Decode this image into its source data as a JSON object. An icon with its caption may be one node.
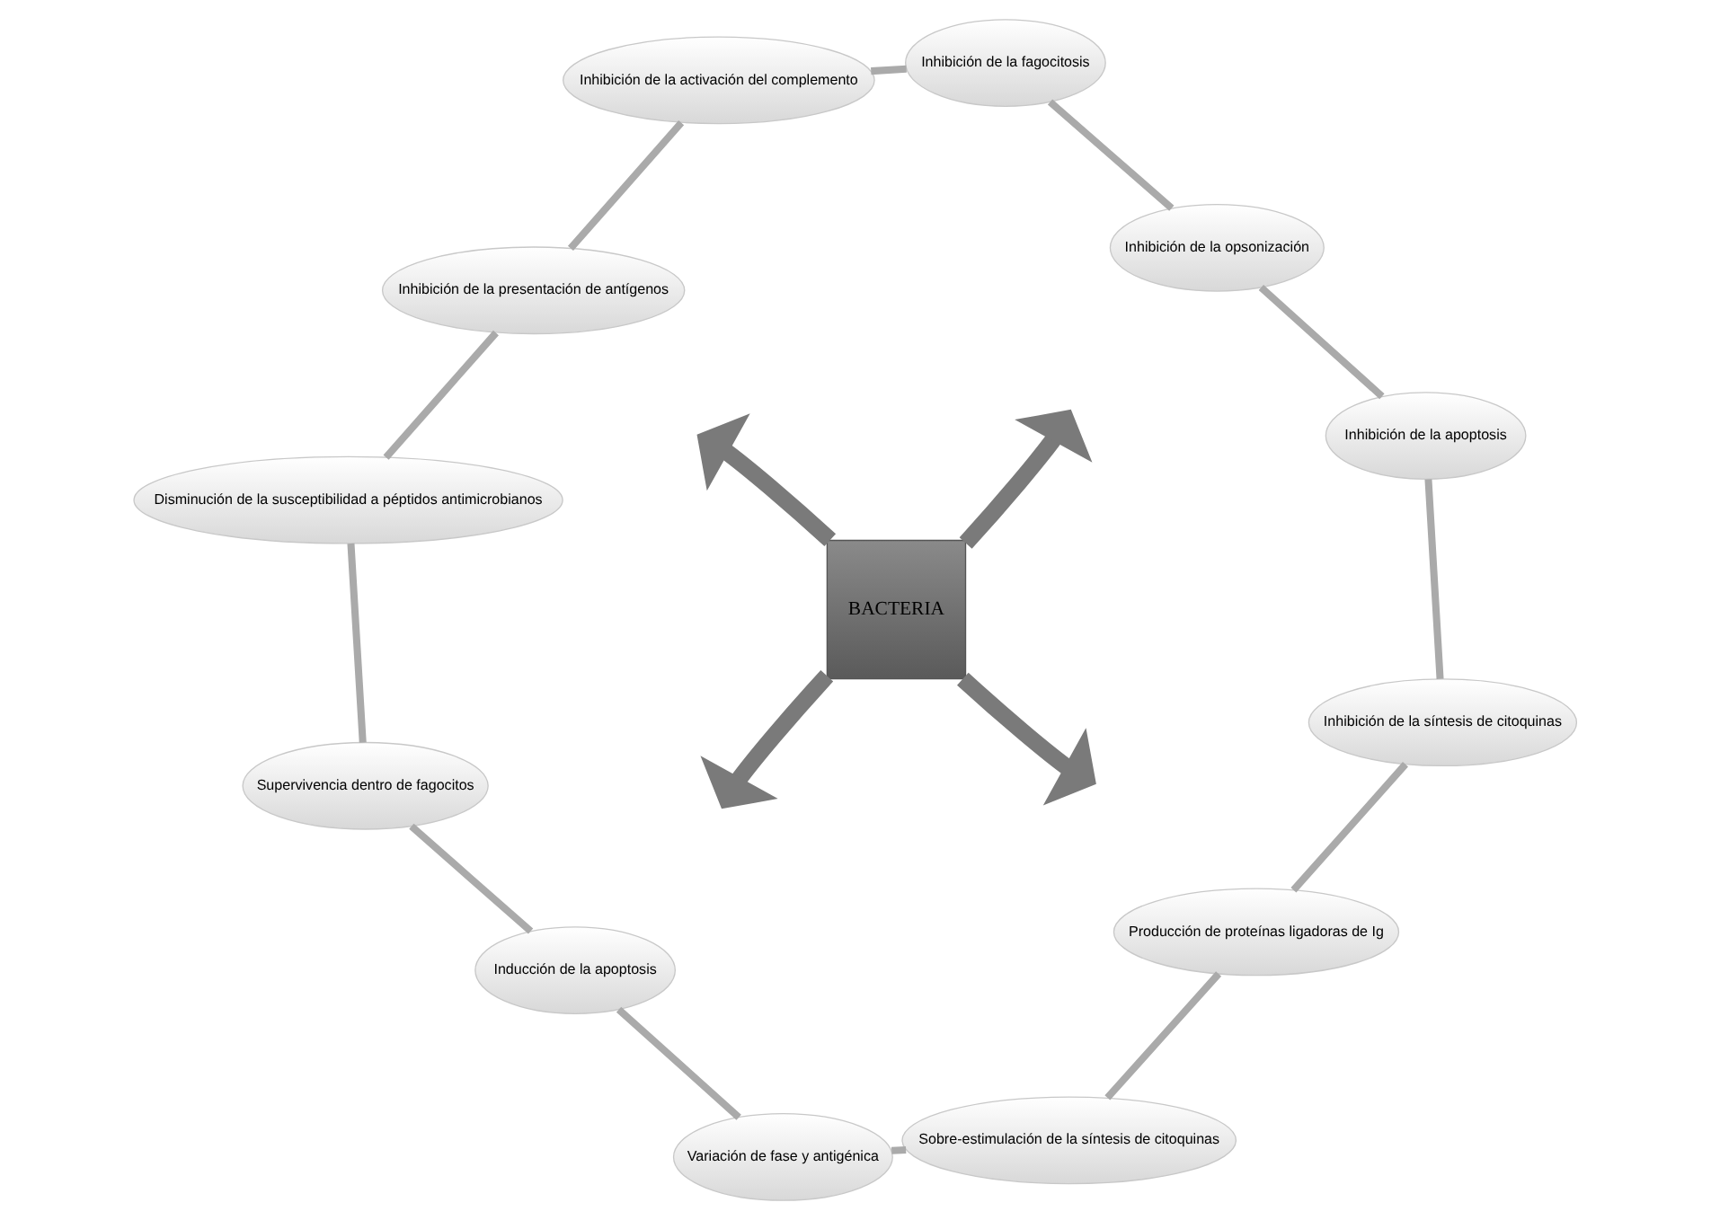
{
  "diagram": {
    "nodes": [
      {
        "text": [
          "BACTERIA"
        ]
      },
      {
        "text": [
          "Inhibición de la opsonización"
        ]
      },
      {
        "text": [
          "Inhibición de la fagocitosis"
        ]
      },
      {
        "text": [
          "Inhibición de la activación del complemento"
        ]
      },
      {
        "text": [
          "Inhibición de la presentación de antígenos"
        ]
      },
      {
        "text": [
          "Disminución de la susceptibilidad a péptidos antimicrobianos"
        ]
      },
      {
        "text": [
          "Supervivencia dentro de fagocitos"
        ]
      },
      {
        "text": [
          "Inducción de la apoptosis"
        ]
      },
      {
        "text": [
          "Variación de fase y antigénica"
        ]
      },
      {
        "text": [
          "Sobre-estimulación de la síntesis de citoquinas"
        ]
      },
      {
        "text": [
          "Producción de proteínas ligadoras de Ig"
        ]
      },
      {
        "text": [
          "Inhibición de la síntesis de citoquinas"
        ]
      },
      {
        "text": [
          "Inhibición de la apoptosis"
        ]
      }
    ],
    "edges": [
      {
        "from": 1,
        "to": 2,
        "arrow": "none"
      },
      {
        "from": 2,
        "to": 3,
        "arrow": "none"
      },
      {
        "from": 3,
        "to": 4,
        "arrow": "none"
      },
      {
        "from": 4,
        "to": 5,
        "arrow": "none"
      },
      {
        "from": 5,
        "to": 6,
        "arrow": "none"
      },
      {
        "from": 6,
        "to": 7,
        "arrow": "none"
      },
      {
        "from": 7,
        "to": 8,
        "arrow": "none"
      },
      {
        "from": 8,
        "to": 9,
        "arrow": "none"
      },
      {
        "from": 9,
        "to": 10,
        "arrow": "none"
      },
      {
        "from": 10,
        "to": 11,
        "arrow": "none"
      },
      {
        "from": 11,
        "to": 12,
        "arrow": "none"
      },
      {
        "from": 12,
        "to": 1,
        "arrow": "none"
      },
      {
        "from": 0,
        "to": null,
        "arrow": "to",
        "style": "thick"
      },
      {
        "from": 0,
        "to": null,
        "arrow": "to",
        "style": "thick"
      },
      {
        "from": 0,
        "to": null,
        "arrow": "to",
        "style": "thick"
      },
      {
        "from": 0,
        "to": null,
        "arrow": "to",
        "style": "thick"
      }
    ]
  }
}
